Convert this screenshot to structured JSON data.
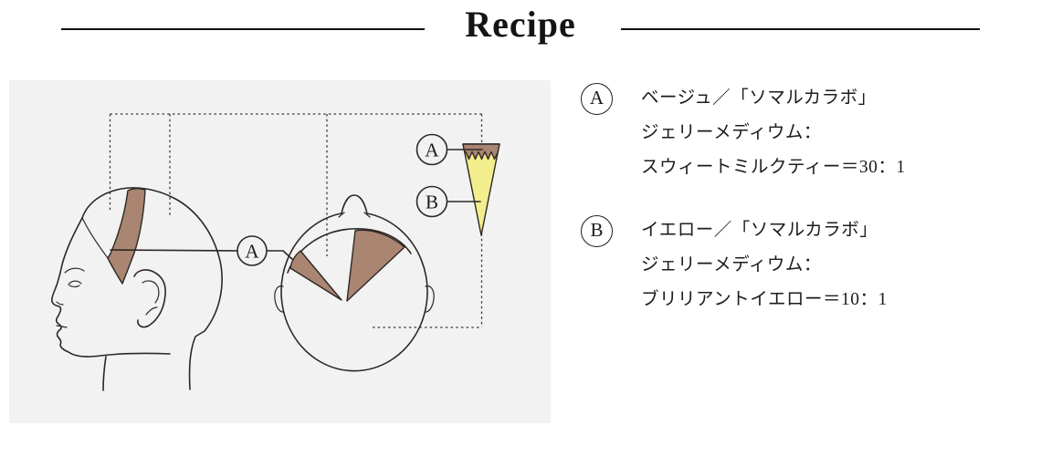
{
  "title": {
    "text": "Recipe"
  },
  "diagram": {
    "markers": {
      "section": "A",
      "swatch_top": "A",
      "swatch_bottom": "B"
    },
    "colors": {
      "panel_bg": "#f2f2f2",
      "section_brown": "#a98572",
      "section_yellow": "#f2ee8d",
      "outline": "#2d2824"
    }
  },
  "legend": {
    "items": [
      {
        "label": "A",
        "lines": [
          "ベージュ／「ソマルカラボ」",
          "ジェリーメディウム：",
          "スウィートミルクティー＝30：1"
        ]
      },
      {
        "label": "B",
        "lines": [
          "イエロー／「ソマルカラボ」",
          "ジェリーメディウム：",
          "ブリリアントイエロー＝10：1"
        ]
      }
    ]
  }
}
